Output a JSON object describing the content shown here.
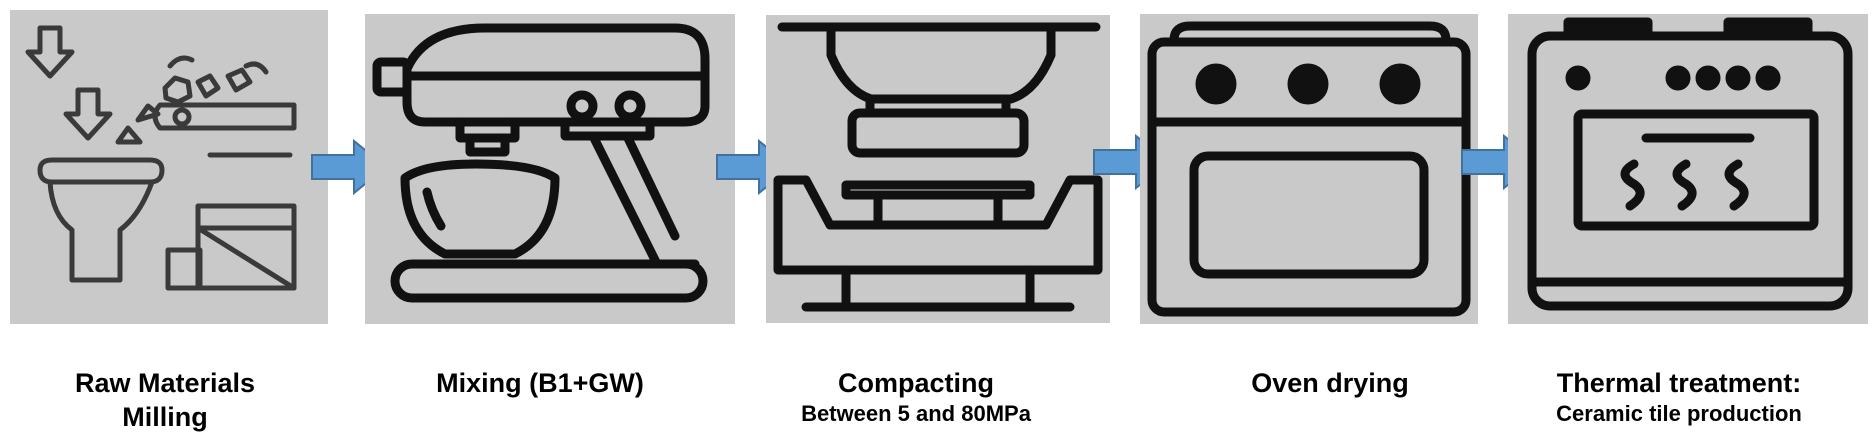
{
  "steps": [
    {
      "title_line1": "Raw Materials",
      "title_line2": "Milling",
      "icon": "milling-icon"
    },
    {
      "title_line1": "Mixing (B1+GW)",
      "icon": "stand-mixer-icon"
    },
    {
      "title_line1": "Compacting",
      "subtitle": "Between 5 and 80MPa",
      "icon": "press-icon"
    },
    {
      "title_line1": "Oven drying",
      "icon": "oven-icon"
    },
    {
      "title_line1": "Thermal treatment:",
      "subtitle": "Ceramic tile production",
      "icon": "kiln-icon"
    }
  ],
  "colors": {
    "panel": "#c9c9c9",
    "arrow": "#5b9bd5",
    "arrow_stroke": "#41719c",
    "line": "#111111"
  }
}
